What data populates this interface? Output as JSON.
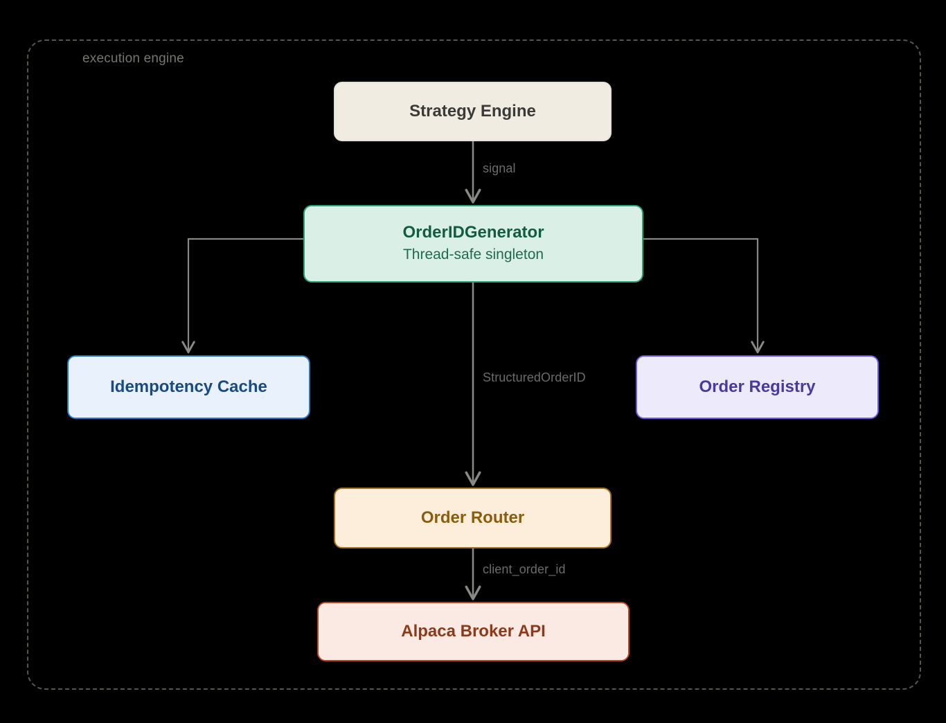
{
  "diagram": {
    "subgraph": {
      "label": "execution engine",
      "border_color": "#55564c",
      "label_color": "#76766e",
      "style": "dashed"
    },
    "background": "#000000",
    "edge_color": "#888884",
    "nodes": [
      {
        "id": "strategy",
        "title": "Strategy Engine",
        "subtitle": "",
        "fill": "#f1ece2",
        "stroke": "#e6e1d6",
        "text": "#3a3a38"
      },
      {
        "id": "oidgen",
        "title": "OrderIDGenerator",
        "subtitle": "Thread-safe singleton",
        "fill": "#daf0e6",
        "stroke": "#27a37a",
        "text": "#125c42",
        "subtitle_color": "#1d6b52"
      },
      {
        "id": "idem",
        "title": "Idempotency Cache",
        "subtitle": "",
        "fill": "#e8f1fc",
        "stroke": "#2878c0",
        "text": "#1a4a84"
      },
      {
        "id": "registry",
        "title": "Order Registry",
        "subtitle": "",
        "fill": "#edeafc",
        "stroke": "#6a5ae0",
        "text": "#4a3aa0"
      },
      {
        "id": "router",
        "title": "Order Router",
        "subtitle": "",
        "fill": "#fceeda",
        "stroke": "#a3701b",
        "text": "#8a5c10"
      },
      {
        "id": "alpaca",
        "title": "Alpaca Broker API",
        "subtitle": "",
        "fill": "#fbeae3",
        "stroke": "#b8441e",
        "text": "#8c3a1a"
      }
    ],
    "edges": [
      {
        "from": "strategy",
        "to": "oidgen",
        "label": "signal"
      },
      {
        "from": "oidgen",
        "to": "idem",
        "label": ""
      },
      {
        "from": "oidgen",
        "to": "registry",
        "label": ""
      },
      {
        "from": "oidgen",
        "to": "router",
        "label": "StructuredOrderID"
      },
      {
        "from": "router",
        "to": "alpaca",
        "label": "client_order_id"
      }
    ]
  }
}
